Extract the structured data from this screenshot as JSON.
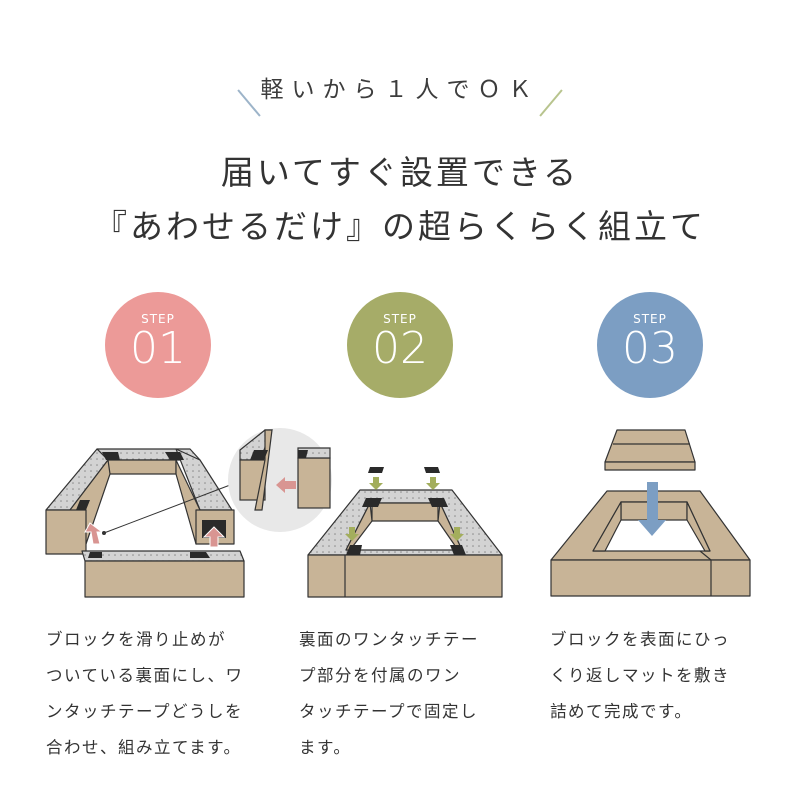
{
  "header": {
    "tagline": "軽いから１人でＯＫ",
    "headline_line1": "届いてすぐ設置できる",
    "headline_line2": "『あわせるだけ』の超らくらく組立て"
  },
  "steps": [
    {
      "label": "STEP",
      "number": "01",
      "color": "#ec9a98",
      "description": [
        "ブロックを滑り止めが",
        "ついている裏面にし、ワ",
        "ンタッチテープどうしを",
        "合わせ、組み立てます。"
      ]
    },
    {
      "label": "STEP",
      "number": "02",
      "color": "#a6ac68",
      "description": [
        "裏面のワンタッチテー",
        "プ部分を付属のワン",
        "タッチテープで固定し",
        "ます。"
      ]
    },
    {
      "label": "STEP",
      "number": "03",
      "color": "#7c9ec3",
      "description": [
        "ブロックを表面にひっ",
        "くり返しマットを敷き",
        "詰めて完成です。"
      ]
    }
  ],
  "colors": {
    "block_tan": "#c8b497",
    "block_top_gray": "#d3d3d3",
    "tape_black": "#2a2a2a",
    "arrow_pink": "#d99592",
    "arrow_green": "#a3ae5c",
    "arrow_blue": "#7c9ec3",
    "zoom_bg": "#e8e8e8"
  }
}
